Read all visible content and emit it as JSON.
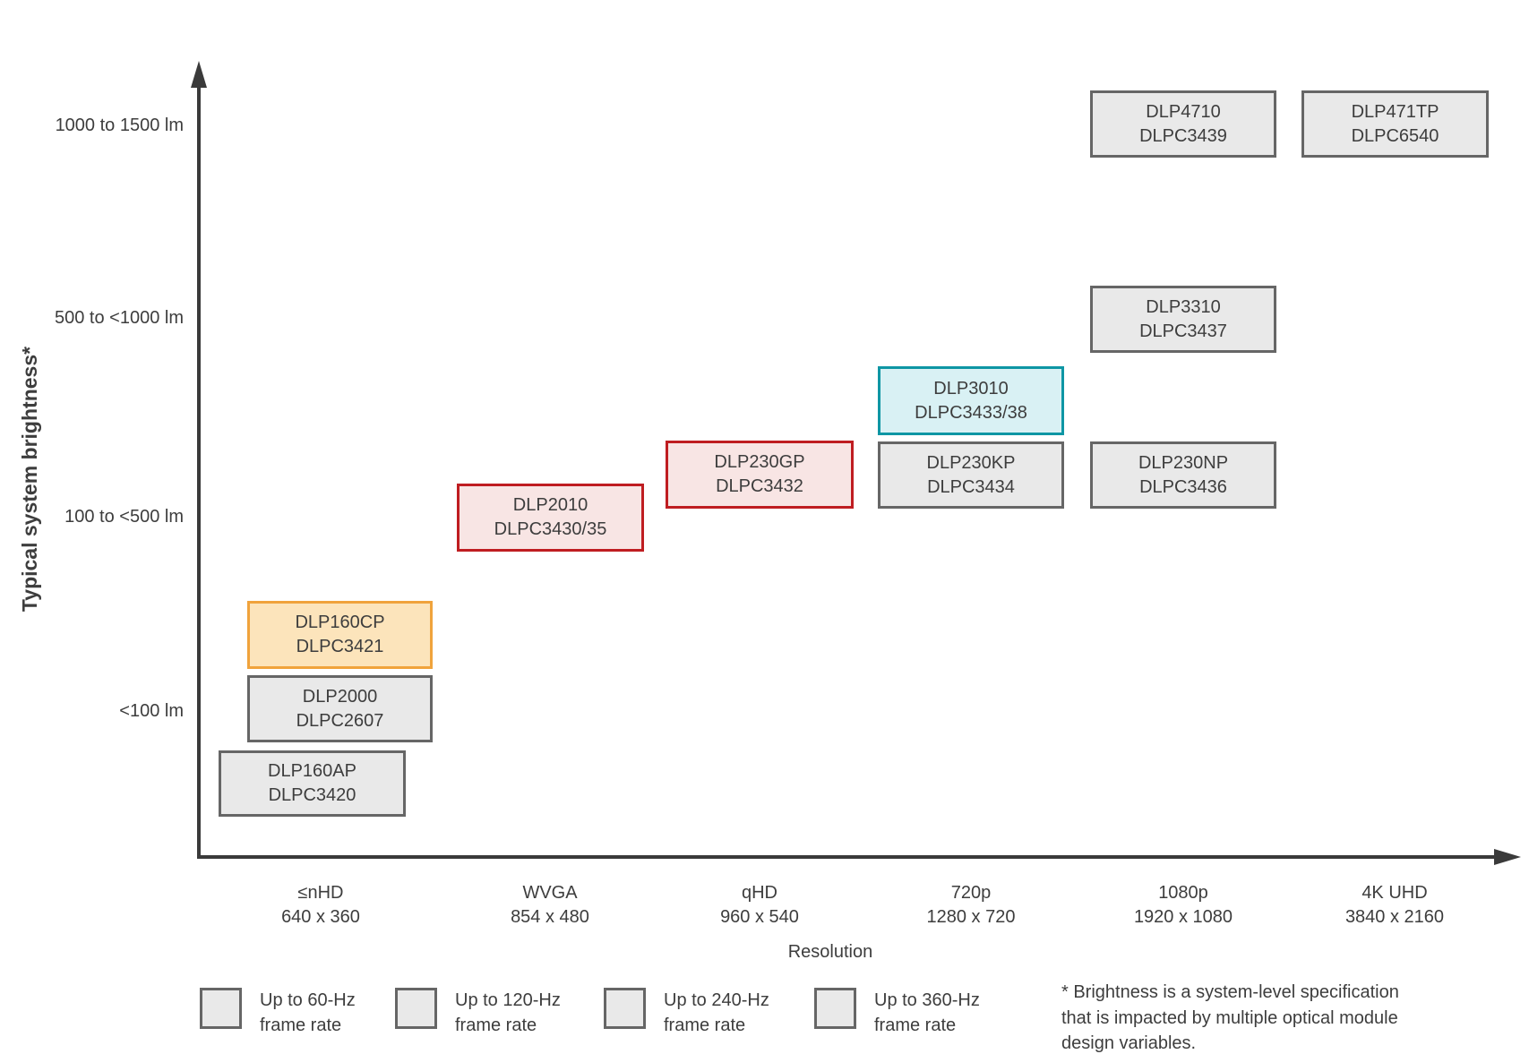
{
  "chart_data": {
    "type": "scatter",
    "title": "",
    "xlabel": "Resolution",
    "ylabel": "Typical system brightness*",
    "grid": false,
    "legend_position": "bottom",
    "x_categories": [
      {
        "label": "≤nHD",
        "sub": "640 x 360"
      },
      {
        "label": "WVGA",
        "sub": "854 x 480"
      },
      {
        "label": "qHD",
        "sub": "960 x 540"
      },
      {
        "label": "720p",
        "sub": "1280 x 720"
      },
      {
        "label": "1080p",
        "sub": "1920 x 1080"
      },
      {
        "label": "4K UHD",
        "sub": "3840 x 2160"
      }
    ],
    "y_categories": [
      "<100 lm",
      "100 to <500 lm",
      "500 to <1000 lm",
      "1000 to 1500 lm"
    ],
    "points": [
      {
        "device": "DLP4710",
        "controller": "DLPC3439",
        "resolution": "1080p",
        "brightness": "1000 to 1500 lm",
        "frame_rate": "Up to 60-Hz"
      },
      {
        "device": "DLP471TP",
        "controller": "DLPC6540",
        "resolution": "4K UHD",
        "brightness": "1000 to 1500 lm",
        "frame_rate": "Up to 60-Hz"
      },
      {
        "device": "DLP3310",
        "controller": "DLPC3437",
        "resolution": "1080p",
        "brightness": "500 to <1000 lm",
        "frame_rate": "Up to 60-Hz"
      },
      {
        "device": "DLP3010",
        "controller": "DLPC3433/38",
        "resolution": "720p",
        "brightness": "100 to <500 lm",
        "frame_rate": "Up to 120-Hz"
      },
      {
        "device": "DLP230GP",
        "controller": "DLPC3432",
        "resolution": "qHD",
        "brightness": "100 to <500 lm",
        "frame_rate": "Up to 240-Hz"
      },
      {
        "device": "DLP230KP",
        "controller": "DLPC3434",
        "resolution": "720p",
        "brightness": "100 to <500 lm",
        "frame_rate": "Up to 60-Hz"
      },
      {
        "device": "DLP230NP",
        "controller": "DLPC3436",
        "resolution": "1080p",
        "brightness": "100 to <500 lm",
        "frame_rate": "Up to 60-Hz"
      },
      {
        "device": "DLP2010",
        "controller": "DLPC3430/35",
        "resolution": "WVGA",
        "brightness": "100 to <500 lm",
        "frame_rate": "Up to 240-Hz"
      },
      {
        "device": "DLP160CP",
        "controller": "DLPC3421",
        "resolution": "≤nHD",
        "brightness": "<100 lm",
        "frame_rate": "Up to 360-Hz"
      },
      {
        "device": "DLP2000",
        "controller": "DLPC2607",
        "resolution": "≤nHD",
        "brightness": "<100 lm",
        "frame_rate": "Up to 60-Hz"
      },
      {
        "device": "DLP160AP",
        "controller": "DLPC3420",
        "resolution": "≤nHD",
        "brightness": "<100 lm",
        "frame_rate": "Up to 60-Hz"
      }
    ],
    "legend": [
      {
        "label": "Up to 60-Hz\nframe rate",
        "fill": "#e9e9e9",
        "border": "#666666"
      },
      {
        "label": "Up to 120-Hz\nframe rate",
        "fill": "#d9f1f4",
        "border": "#0e96a4"
      },
      {
        "label": "Up to 240-Hz\nframe rate",
        "fill": "#f8e5e4",
        "border": "#bf1d21"
      },
      {
        "label": "Up to 360-Hz\nframe rate",
        "fill": "#fce4bb",
        "border": "#f0a33c"
      }
    ],
    "footnote": "* Brightness is a system-level specification that is impacted by multiple optical module design variables."
  },
  "colors": {
    "axis": "#3a3a3a",
    "text": "#3d3d3d",
    "background": "#ffffff"
  }
}
